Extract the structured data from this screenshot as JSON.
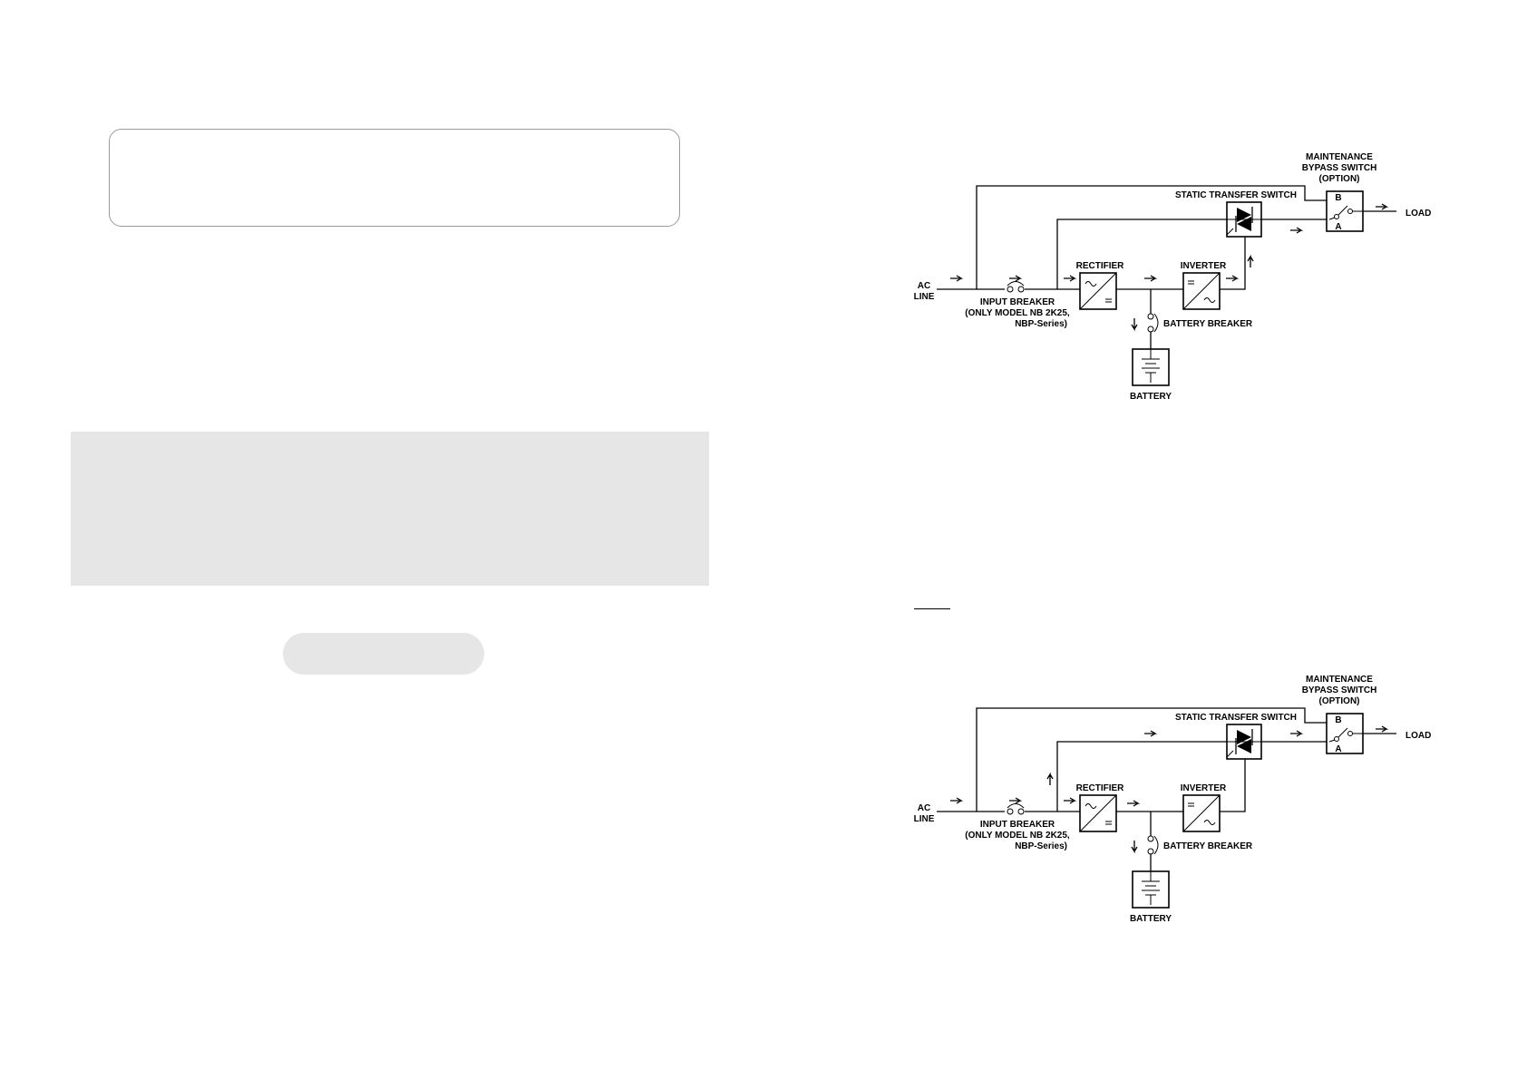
{
  "diagrams": [
    {
      "labels": {
        "maintenance_1": "MAINTENANCE",
        "maintenance_2": "BYPASS SWITCH",
        "maintenance_3": "(OPTION)",
        "static_switch": "STATIC TRANSFER SWITCH",
        "switch_b": "B",
        "switch_a": "A",
        "load": "LOAD",
        "rectifier": "RECTIFIER",
        "inverter": "INVERTER",
        "ac_1": "AC",
        "ac_2": "LINE",
        "input_breaker_1": "INPUT BREAKER",
        "input_breaker_2": "(ONLY MODEL NB 2K25,",
        "input_breaker_3": "NBP-Series)",
        "battery_breaker": "BATTERY BREAKER",
        "battery": "BATTERY"
      }
    },
    {
      "labels": {
        "maintenance_1": "MAINTENANCE",
        "maintenance_2": "BYPASS SWITCH",
        "maintenance_3": "(OPTION)",
        "static_switch": "STATIC TRANSFER SWITCH",
        "switch_b": "B",
        "switch_a": "A",
        "load": "LOAD",
        "rectifier": "RECTIFIER",
        "inverter": "INVERTER",
        "ac_1": "AC",
        "ac_2": "LINE",
        "input_breaker_1": "INPUT BREAKER",
        "input_breaker_2": "(ONLY MODEL NB 2K25,",
        "input_breaker_3": "NBP-Series)",
        "battery_breaker": "BATTERY BREAKER",
        "battery": "BATTERY"
      }
    }
  ]
}
